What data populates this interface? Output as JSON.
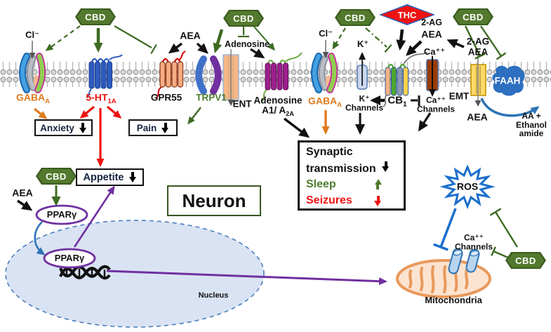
{
  "badges": {
    "cbd": "CBD",
    "thc": "THC"
  },
  "molecules": {
    "cl": "Cl⁻",
    "k": "K⁺",
    "ca": "Ca⁺⁺",
    "aea": "AEA",
    "two_ag": "2-AG",
    "adenosine": "Adenosine"
  },
  "receptors": {
    "gaba": {
      "main": "GABA",
      "sub": "A"
    },
    "ht1a": {
      "main": "5-HT",
      "sub": "1A"
    },
    "gpr55": "GPR55",
    "trpv1": "TRPV1",
    "ent": "ENT",
    "adenosine_r": {
      "line1": "Adenosine",
      "line2_main": "A1/ A",
      "line2_sub": "2A"
    },
    "cb1": {
      "main": "CB",
      "sub": "1"
    },
    "k_channels": {
      "line2": "Channels"
    },
    "ca_channels": {
      "line2": "Channels"
    },
    "emt": "EMT",
    "faah": "FAAH"
  },
  "effects": {
    "anxiety": "Anxiety",
    "pain": "Pain",
    "appetite": "Appetite",
    "synaptic_line1": "Synaptic",
    "synaptic_line2": "transmission",
    "sleep": "Sleep",
    "seizures": "Seizures"
  },
  "cell": {
    "neuron": "Neuron",
    "nucleus": "Nucleus",
    "ppar": "PPARγ",
    "ros": "ROS",
    "mitochondria": "Mitochondria",
    "products": {
      "line1": "AA +",
      "line2": "Ethanol",
      "line3": "amide"
    }
  },
  "colors": {
    "cbd_green": "#53792e",
    "cbd_border": "#3a5c1e",
    "thc_red": "#ee1311",
    "thc_border": "#2e5fbf",
    "arrow_green": "#3d6b22",
    "orange": "#e07b1f",
    "red": "#ee1311",
    "green_label": "#4e7b2f",
    "purple": "#7030a0",
    "blue": "#2e74b5",
    "ros_blue": "#1b6ecc",
    "navy": "#15233f"
  }
}
